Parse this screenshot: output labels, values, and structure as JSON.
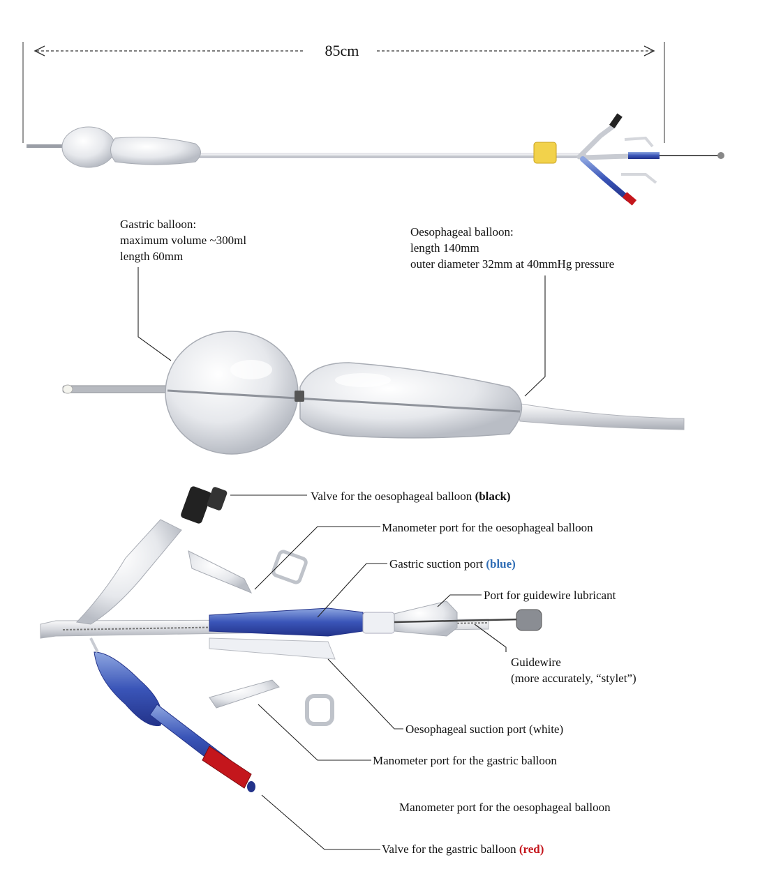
{
  "dimension": {
    "length_label": "85cm"
  },
  "gastric_balloon": {
    "title": "Gastric balloon:",
    "line1": "maximum  volume ~300ml",
    "line2": "length 60mm"
  },
  "oesophageal_balloon": {
    "title": "Oesophageal balloon:",
    "line1": "length 140mm",
    "line2": "outer diameter 32mm at 40mmHg pressure"
  },
  "ports": {
    "valve_oesophageal": {
      "text": "Valve for the oesophageal balloon ",
      "color_word": "(black)"
    },
    "manometer_oesophageal": "Manometer port for the oesophageal balloon",
    "gastric_suction": {
      "text": "Gastric suction port ",
      "color_word": "(blue)"
    },
    "guidewire_lubricant": "Port for guidewire lubricant",
    "guidewire_title": "Guidewire",
    "guidewire_note": "(more accurately, “stylet”)",
    "oesophageal_suction": "Oesophageal suction port (white)",
    "manometer_gastric": "Manometer port for the gastric balloon",
    "manometer_oesophageal_2": "Manometer port for the oesophageal balloon",
    "valve_gastric": {
      "text": "Valve for the gastric balloon ",
      "color_word": "(red)"
    }
  },
  "colors": {
    "blue_accent": "#2f6db5",
    "red_accent": "#c4161c",
    "black_valve": "#222222",
    "foam_block": "#f2d24b"
  }
}
